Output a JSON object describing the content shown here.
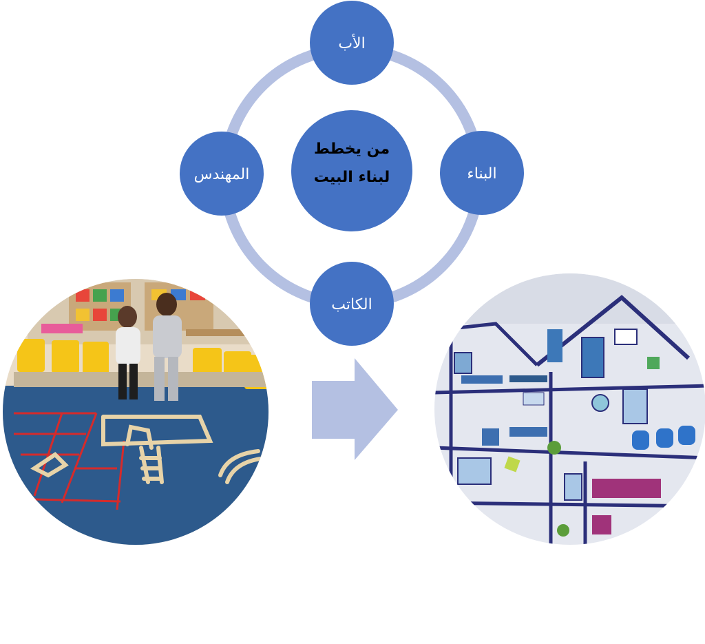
{
  "diagram": {
    "center": {
      "line1": "من يخطط",
      "line2": "لبناء البيت"
    },
    "nodes": {
      "top": "الأب",
      "right": "البناء",
      "bottom": "الكاتب",
      "left": "المهندس"
    }
  },
  "photos": {
    "left": {
      "description_icon": "classroom-floor-blocks-photo"
    },
    "right": {
      "description_icon": "house-cutaway-poster-photo"
    }
  },
  "colors": {
    "node_fill": "#4472C4",
    "ring": "#B4C0E2",
    "arrow": "#B4C0E2",
    "carpet": "#2D5A8C",
    "wall": "#E4E7EF",
    "line": "#2B2F7A"
  }
}
